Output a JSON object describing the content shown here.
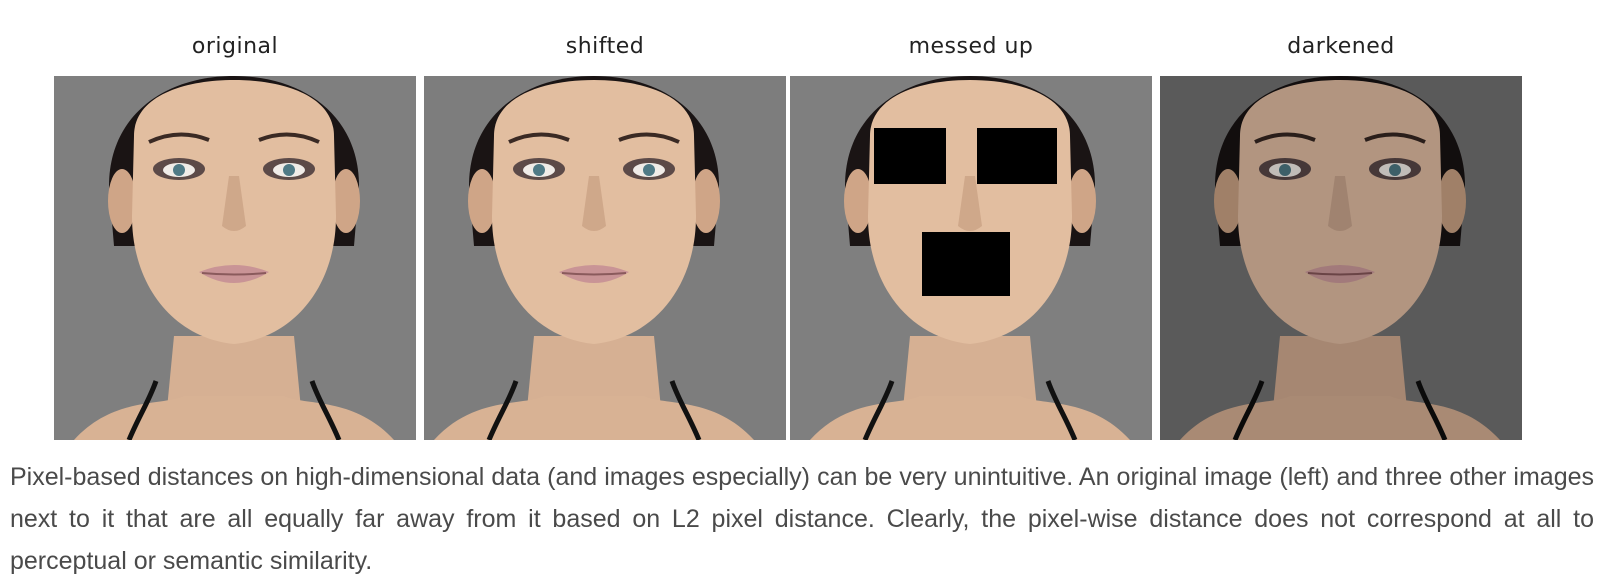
{
  "figure": {
    "panels": [
      {
        "label": "original",
        "background": "#7f7f7f",
        "skin_filter": "none",
        "occluded": false
      },
      {
        "label": "shifted",
        "background": "#7d7d7d",
        "skin_filter": "none",
        "occluded": false
      },
      {
        "label": "messed up",
        "background": "#7f7f7f",
        "skin_filter": "none",
        "occluded": true
      },
      {
        "label": "darkened",
        "background": "#5a5a5a",
        "skin_filter": "dark",
        "occluded": false
      }
    ]
  },
  "caption": {
    "text": "Pixel-based distances on high-dimensional data (and images especially) can be very unintuitive. An original image (left) and three other images next to it that are all equally far away from it based on L2 pixel distance. Clearly, the pixel-wise distance does not correspond at all to perceptual or semantic similarity."
  },
  "colors": {
    "skin_light": "#e2bea0",
    "skin_shadow": "#c39a7c",
    "hair": "#1a1414",
    "lips": "#c99496",
    "eyes": "#4f7a86",
    "occluder": "#000000"
  }
}
